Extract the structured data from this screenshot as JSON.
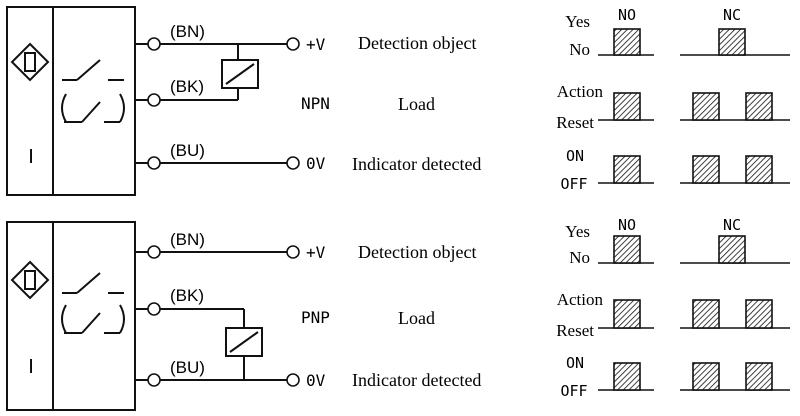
{
  "circuits": [
    {
      "wires": {
        "brown": "(BN)",
        "black": "(BK)",
        "blue": "(BU)"
      },
      "terminals": {
        "positive": "+V",
        "zero": "0V"
      },
      "type_label": "NPN",
      "right_labels": [
        "Detection object",
        "Load",
        "Indicator detected"
      ],
      "sensor_mark": "I"
    },
    {
      "wires": {
        "brown": "(BN)",
        "black": "(BK)",
        "blue": "(BU)"
      },
      "terminals": {
        "positive": "+V",
        "zero": "0V"
      },
      "type_label": "PNP",
      "right_labels": [
        "Detection object",
        "Load",
        "Indicator detected"
      ],
      "sensor_mark": "I"
    }
  ],
  "timing": [
    {
      "no_label": "NO",
      "nc_label": "NC",
      "row1": {
        "high": "Yes",
        "low": "No"
      },
      "row2": {
        "high": "Action",
        "low": "Reset"
      },
      "row3": {
        "high": "ON",
        "low": "OFF"
      }
    },
    {
      "no_label": "NO",
      "nc_label": "NC",
      "row1": {
        "high": "Yes",
        "low": "No"
      },
      "row2": {
        "high": "Action",
        "low": "Reset"
      },
      "row3": {
        "high": "ON",
        "low": "OFF"
      }
    }
  ]
}
